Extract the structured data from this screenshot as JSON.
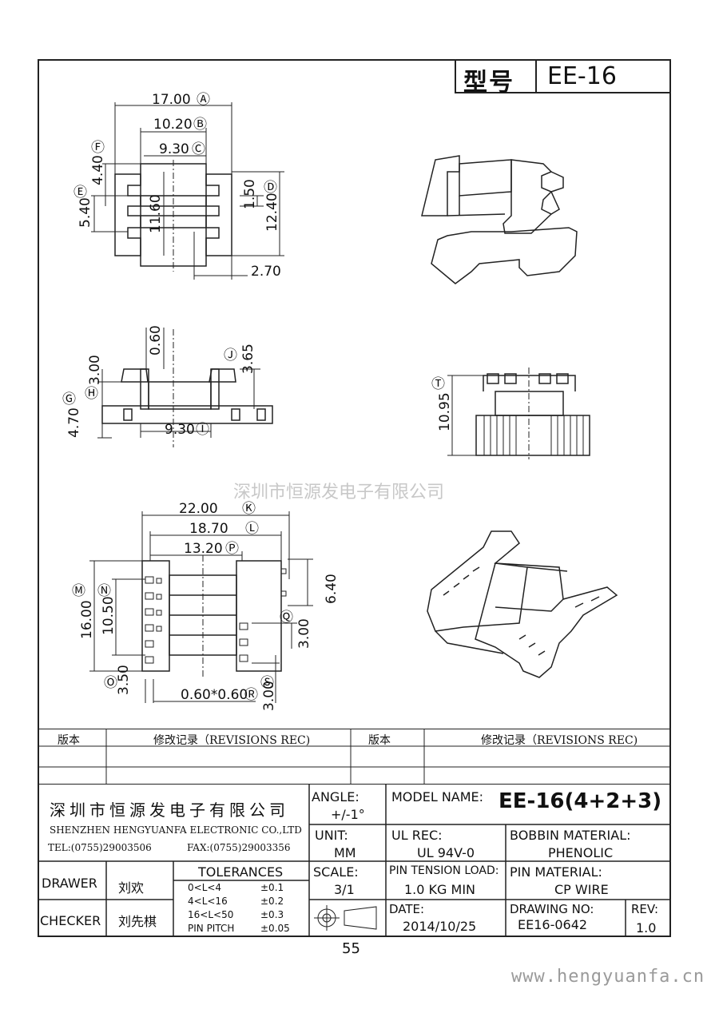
{
  "header": {
    "label": "型号",
    "model": "EE-16"
  },
  "dims_top": {
    "a": "17.00",
    "a_mark": "Ⓐ",
    "b": "10.20",
    "b_mark": "Ⓑ",
    "c": "9.30",
    "c_mark": "Ⓒ",
    "f": "4.40",
    "f_mark": "Ⓕ",
    "e": "5.40",
    "e_mark": "Ⓔ",
    "h116": "11.60",
    "v150": "1.50",
    "d": "12.40",
    "d_mark": "Ⓓ",
    "w270": "2.70"
  },
  "dims_side": {
    "v060": "0.60",
    "j": "3.65",
    "j_mark": "Ⓙ",
    "h": "3.00",
    "h_mark": "Ⓗ",
    "g": "4.70",
    "g_mark": "Ⓖ",
    "i": "9.30",
    "i_mark": "Ⓘ",
    "t": "10.95",
    "t_mark": "Ⓣ"
  },
  "dims_bottom": {
    "k": "22.00",
    "k_mark": "Ⓚ",
    "l": "18.70",
    "l_mark": "Ⓛ",
    "p": "13.20",
    "p_mark": "Ⓟ",
    "m": "16.00",
    "m_mark": "Ⓜ",
    "n": "10.50",
    "n_mark": "Ⓝ",
    "v640": "6.40",
    "q": "3.00",
    "q_mark": "Ⓠ",
    "o": "3.50",
    "o_mark": "Ⓞ",
    "r": "0.60*0.60",
    "r_mark": "Ⓡ",
    "s": "3.00",
    "s_mark": "Ⓢ"
  },
  "watermark": "深圳市恒源发电子有限公司",
  "revisions": {
    "col1": "版本",
    "col2": "修改记录（REVISIONS REC)",
    "col3": "版本",
    "col4": "修改记录（REVISIONS REC)"
  },
  "title_block": {
    "company_cn": "深圳市恒源发电子有限公司",
    "company_en": "SHENZHEN HENGYUANFA ELECTRONIC CO.,LTD",
    "tel": "TEL:(0755)29003506",
    "fax": "FAX:(0755)29003356",
    "angle_label": "ANGLE:",
    "angle_value": "+/-1°",
    "model_label": "MODEL NAME:",
    "model_value": "EE-16(4+2+3)",
    "unit_label": "UNIT:",
    "unit_value": "MM",
    "ul_label": "UL REC:",
    "ul_value": "UL 94V-0",
    "bobbin_label": "BOBBIN MATERIAL:",
    "bobbin_value": "PHENOLIC",
    "drawer_label": "DRAWER",
    "drawer_value": "刘欢",
    "checker_label": "CHECKER",
    "checker_value": "刘先棋",
    "tol_title": "TOLERANCES",
    "tol_rows": [
      {
        "range": "0<L<4",
        "tol": "±0.1"
      },
      {
        "range": "4<L<16",
        "tol": "±0.2"
      },
      {
        "range": "16<L<50",
        "tol": "±0.3"
      },
      {
        "range": "PIN PITCH",
        "tol": "±0.05"
      }
    ],
    "scale_label": "SCALE:",
    "scale_value": "3/1",
    "pin_tension_label": "PIN TENSION LOAD:",
    "pin_tension_value": "1.0 KG MIN",
    "pin_material_label": "PIN MATERIAL:",
    "pin_material_value": "CP WIRE",
    "date_label": "DATE:",
    "date_value": "2014/10/25",
    "drawing_label": "DRAWING NO:",
    "drawing_value": "EE16-0642",
    "rev_label": "REV:",
    "rev_value": "1.0"
  },
  "page_number": "55",
  "url": "www.hengyuanfa.cn"
}
